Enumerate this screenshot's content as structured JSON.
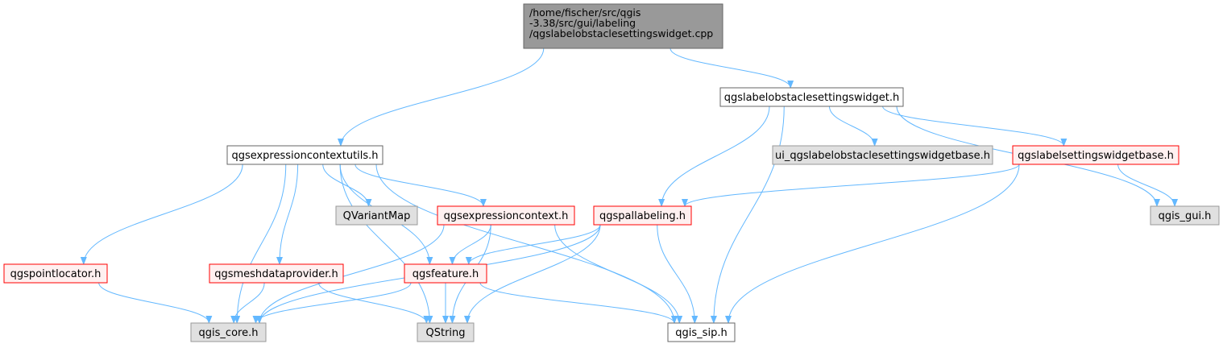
{
  "colors": {
    "edge": "#63b8ff",
    "root_fill": "#999999",
    "root_stroke": "#666666",
    "plain_fill": "#ffffff",
    "plain_stroke": "#666666",
    "missing_fill": "#e0e0e0",
    "missing_stroke": "#999999",
    "red_fill": "#fff0f0",
    "red_stroke": "#ff0000"
  },
  "nodes": [
    {
      "id": "root",
      "style": "root",
      "lines": [
        "/home/fischer/src/qgis",
        "-3.38/src/gui/labeling",
        "/qgslabelobstaclesettingswidget.cpp"
      ]
    },
    {
      "id": "widget_h",
      "style": "plain",
      "lines": [
        "qgslabelobstaclesettingswidget.h"
      ]
    },
    {
      "id": "exprutils",
      "style": "plain",
      "lines": [
        "qgsexpressioncontextutils.h"
      ]
    },
    {
      "id": "ui_base",
      "style": "missing",
      "lines": [
        "ui_qgslabelobstaclesettingswidgetbase.h"
      ]
    },
    {
      "id": "lsw_base",
      "style": "red",
      "lines": [
        "qgslabelsettingswidgetbase.h"
      ]
    },
    {
      "id": "qvariantmap",
      "style": "missing",
      "lines": [
        "QVariantMap"
      ]
    },
    {
      "id": "exprcontext",
      "style": "red",
      "lines": [
        "qgsexpressioncontext.h"
      ]
    },
    {
      "id": "pallabeling",
      "style": "red",
      "lines": [
        "qgspallabeling.h"
      ]
    },
    {
      "id": "qgis_gui",
      "style": "missing",
      "lines": [
        "qgis_gui.h"
      ]
    },
    {
      "id": "pointlocator",
      "style": "red",
      "lines": [
        "qgspointlocator.h"
      ]
    },
    {
      "id": "meshdp",
      "style": "red",
      "lines": [
        "qgsmeshdataprovider.h"
      ]
    },
    {
      "id": "feature",
      "style": "red",
      "lines": [
        "qgsfeature.h"
      ]
    },
    {
      "id": "qgis_core",
      "style": "missing",
      "lines": [
        "qgis_core.h"
      ]
    },
    {
      "id": "qstring",
      "style": "missing",
      "lines": [
        "QString"
      ]
    },
    {
      "id": "qgis_sip",
      "style": "plain",
      "lines": [
        "qgis_sip.h"
      ]
    }
  ],
  "edges": [
    [
      "root",
      "exprutils"
    ],
    [
      "root",
      "widget_h"
    ],
    [
      "widget_h",
      "pallabeling"
    ],
    [
      "widget_h",
      "qgis_sip"
    ],
    [
      "widget_h",
      "ui_base"
    ],
    [
      "widget_h",
      "lsw_base"
    ],
    [
      "widget_h",
      "qgis_gui"
    ],
    [
      "exprutils",
      "pointlocator"
    ],
    [
      "exprutils",
      "qgis_core"
    ],
    [
      "exprutils",
      "meshdp"
    ],
    [
      "exprutils",
      "qstring"
    ],
    [
      "exprutils",
      "feature"
    ],
    [
      "exprutils",
      "qvariantmap"
    ],
    [
      "exprutils",
      "exprcontext"
    ],
    [
      "exprutils",
      "qgis_sip"
    ],
    [
      "lsw_base",
      "pallabeling"
    ],
    [
      "lsw_base",
      "qgis_gui"
    ],
    [
      "lsw_base",
      "qgis_sip"
    ],
    [
      "exprcontext",
      "qgis_core"
    ],
    [
      "exprcontext",
      "feature"
    ],
    [
      "exprcontext",
      "qstring"
    ],
    [
      "exprcontext",
      "qgis_sip"
    ],
    [
      "pallabeling",
      "feature"
    ],
    [
      "pallabeling",
      "qgis_core"
    ],
    [
      "pallabeling",
      "qstring"
    ],
    [
      "pallabeling",
      "qgis_sip"
    ],
    [
      "pointlocator",
      "qgis_core"
    ],
    [
      "meshdp",
      "qgis_core"
    ],
    [
      "meshdp",
      "qstring"
    ],
    [
      "feature",
      "qgis_core"
    ],
    [
      "feature",
      "qstring"
    ],
    [
      "feature",
      "qgis_sip"
    ]
  ]
}
